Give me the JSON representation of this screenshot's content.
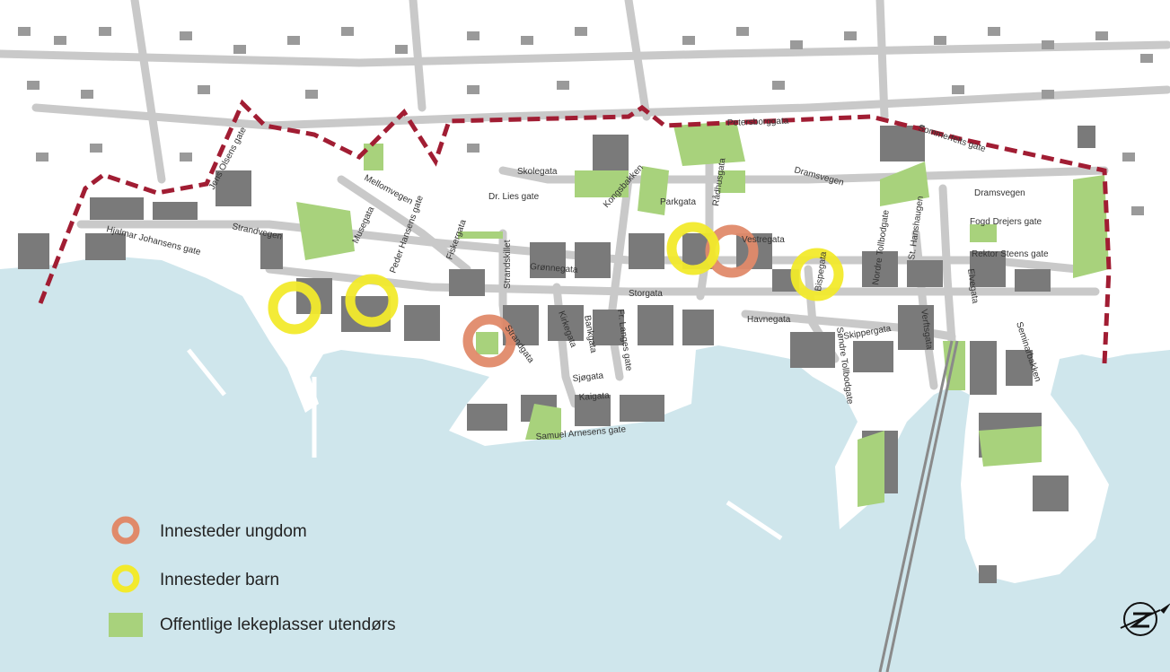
{
  "legend": {
    "items": [
      {
        "label": "Innesteder ungdom",
        "kind": "ring",
        "color": "#e08a6a"
      },
      {
        "label": "Innesteder barn",
        "kind": "ring",
        "color": "#f2ea2c"
      },
      {
        "label": "Offentlige lekeplasser utendørs",
        "kind": "square",
        "color": "#a8d27c"
      }
    ]
  },
  "streets": {
    "jens_olsens": "Jens Olsens gate",
    "strandvegen": "Strandvegen",
    "hjalmar": "Hjalmar Johansens gate",
    "mellomvegen": "Mellomvegen",
    "musegata": "Musegata",
    "peder_hansens": "Peder Hansens gate",
    "fiskergata": "Fiskergata",
    "dr_lies": "Dr. Lies gate",
    "skolegata": "Skolegata",
    "kongsbakken": "Kongsbakken",
    "parkgata": "Parkgata",
    "radhusgata": "Rådhusgata",
    "petersborggata": "Petersborggata",
    "sommerfelts": "Sommerfelts gate",
    "dramsvegen_1": "Dramsvegen",
    "dramsvegen_2": "Dramsvegen",
    "vestregata": "Vestregata",
    "nordre_tollbodgate": "Nordre Tollbodgate",
    "st_hanshaugen": "St. Hanshaugen",
    "fogd": "Fogd Drejers gate",
    "rektor": "Rektor Steens gate",
    "gronnegata": "Grønnegata",
    "strandskillet": "Strandskillet",
    "storgata": "Storgata",
    "strandgata": "Strandgata",
    "kirkegata": "Kirkegata",
    "bankgata": "Bankgata",
    "fr_langes": "Fr. Langes gate",
    "sjogata": "Sjøgata",
    "kaigata": "Kaigata",
    "samuel": "Samuel Arnesens gate",
    "havnegata": "Havnegata",
    "bispegata": "Bispegata",
    "sondre_tollbodgate": "Søndre Tollbodgate",
    "skippergata": "Skippergata",
    "verftsgata": "Verftsgata",
    "elvegata": "Elvegata",
    "seminarbakken": "Seminarbakken"
  },
  "icons": {
    "compass": "compass-icon"
  }
}
